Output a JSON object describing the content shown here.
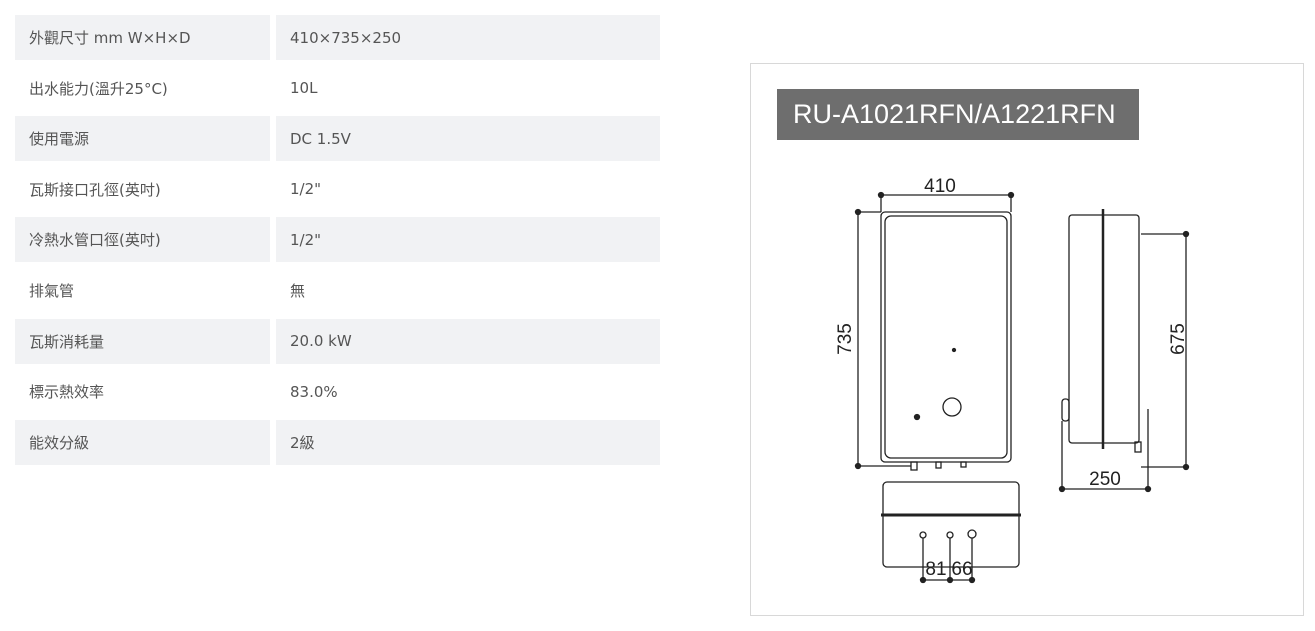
{
  "specs": [
    {
      "label": "外觀尺寸 mm W×H×D",
      "value": "410×735×250"
    },
    {
      "label": "出水能力(溫升25°C)",
      "value": "10L"
    },
    {
      "label": "使用電源",
      "value": "DC 1.5V"
    },
    {
      "label": "瓦斯接口孔徑(英吋)",
      "value": "1/2\""
    },
    {
      "label": "冷熱水管口徑(英吋)",
      "value": "1/2\""
    },
    {
      "label": "排氣管",
      "value": "無"
    },
    {
      "label": "瓦斯消耗量",
      "value": "20.0 kW"
    },
    {
      "label": "標示熱效率",
      "value": "83.0%"
    },
    {
      "label": "能效分級",
      "value": "2級"
    }
  ],
  "diagram": {
    "model": "RU-A1021RFN/A1221RFN",
    "width": "410",
    "height": "735",
    "depth": "250",
    "mount_height": "675",
    "pipe_spacing_1": "81",
    "pipe_spacing_2": "66"
  }
}
